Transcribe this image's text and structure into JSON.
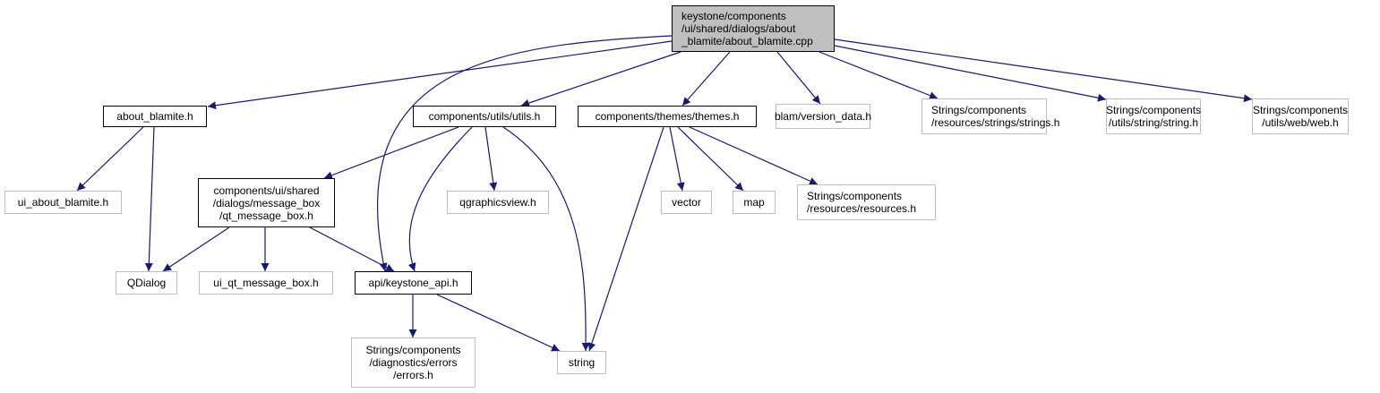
{
  "diagram": {
    "type": "include-dependency-graph",
    "edge_color": "#191970",
    "nodes": [
      {
        "id": "root",
        "lines": [
          "keystone/components",
          "/ui/shared/dialogs/about",
          "_blamite/about_blamite.cpp"
        ],
        "kind": "root"
      },
      {
        "id": "about_blamite_h",
        "lines": [
          "about_blamite.h"
        ],
        "kind": "internal"
      },
      {
        "id": "utils_h",
        "lines": [
          "components/utils/utils.h"
        ],
        "kind": "internal"
      },
      {
        "id": "themes_h",
        "lines": [
          "components/themes/themes.h"
        ],
        "kind": "internal"
      },
      {
        "id": "version_data_h",
        "lines": [
          "blam/version_data.h"
        ],
        "kind": "external"
      },
      {
        "id": "strings_h",
        "lines": [
          "Strings/components",
          "/resources/strings/strings.h"
        ],
        "kind": "external"
      },
      {
        "id": "string_h",
        "lines": [
          "Strings/components",
          "/utils/string/string.h"
        ],
        "kind": "external"
      },
      {
        "id": "web_h",
        "lines": [
          "Strings/components",
          "/utils/web/web.h"
        ],
        "kind": "external"
      },
      {
        "id": "ui_about_blamite_h",
        "lines": [
          "ui_about_blamite.h"
        ],
        "kind": "external"
      },
      {
        "id": "qt_message_box_h",
        "lines": [
          "components/ui/shared",
          "/dialogs/message_box",
          "/qt_message_box.h"
        ],
        "kind": "internal"
      },
      {
        "id": "qgraphicsview_h",
        "lines": [
          "qgraphicsview.h"
        ],
        "kind": "external"
      },
      {
        "id": "vector",
        "lines": [
          "vector"
        ],
        "kind": "external"
      },
      {
        "id": "map",
        "lines": [
          "map"
        ],
        "kind": "external"
      },
      {
        "id": "resources_h",
        "lines": [
          "Strings/components",
          "/resources/resources.h"
        ],
        "kind": "external"
      },
      {
        "id": "qdialog",
        "lines": [
          "QDialog"
        ],
        "kind": "external"
      },
      {
        "id": "ui_qt_message_box_h",
        "lines": [
          "ui_qt_message_box.h"
        ],
        "kind": "external"
      },
      {
        "id": "keystone_api_h",
        "lines": [
          "api/keystone_api.h"
        ],
        "kind": "internal"
      },
      {
        "id": "errors_h",
        "lines": [
          "Strings/components",
          "/diagnostics/errors",
          "/errors.h"
        ],
        "kind": "external"
      },
      {
        "id": "string",
        "lines": [
          "string"
        ],
        "kind": "external"
      }
    ],
    "edges": [
      {
        "from": "root",
        "to": "about_blamite_h"
      },
      {
        "from": "root",
        "to": "keystone_api_h"
      },
      {
        "from": "root",
        "to": "utils_h"
      },
      {
        "from": "root",
        "to": "themes_h"
      },
      {
        "from": "root",
        "to": "version_data_h"
      },
      {
        "from": "root",
        "to": "strings_h"
      },
      {
        "from": "root",
        "to": "string_h"
      },
      {
        "from": "root",
        "to": "web_h"
      },
      {
        "from": "about_blamite_h",
        "to": "ui_about_blamite_h"
      },
      {
        "from": "about_blamite_h",
        "to": "qdialog"
      },
      {
        "from": "utils_h",
        "to": "qt_message_box_h"
      },
      {
        "from": "utils_h",
        "to": "keystone_api_h"
      },
      {
        "from": "utils_h",
        "to": "qgraphicsview_h"
      },
      {
        "from": "utils_h",
        "to": "string"
      },
      {
        "from": "themes_h",
        "to": "string"
      },
      {
        "from": "themes_h",
        "to": "vector"
      },
      {
        "from": "themes_h",
        "to": "map"
      },
      {
        "from": "themes_h",
        "to": "resources_h"
      },
      {
        "from": "qt_message_box_h",
        "to": "qdialog"
      },
      {
        "from": "qt_message_box_h",
        "to": "ui_qt_message_box_h"
      },
      {
        "from": "qt_message_box_h",
        "to": "keystone_api_h"
      },
      {
        "from": "keystone_api_h",
        "to": "errors_h"
      },
      {
        "from": "keystone_api_h",
        "to": "string"
      }
    ]
  }
}
